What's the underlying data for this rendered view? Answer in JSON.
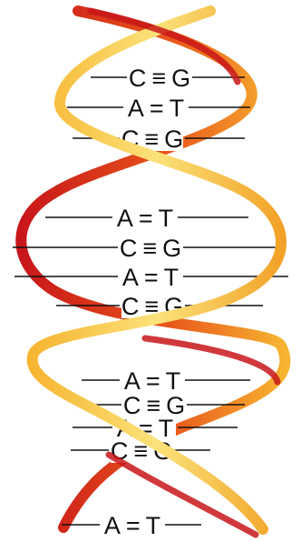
{
  "colors": {
    "strand_dark": "#c8161a",
    "strand_mid": "#e8541a",
    "strand_light": "#f7b531",
    "strand_pale": "#fbe27a",
    "rung": "#111111"
  },
  "base_pairs": [
    {
      "left": "C",
      "bond": "≡",
      "right": "G"
    },
    {
      "left": "A",
      "bond": "=",
      "right": "T"
    },
    {
      "left": "C",
      "bond": "≡",
      "right": "G"
    },
    {
      "left": "A",
      "bond": "=",
      "right": "T"
    },
    {
      "left": "C",
      "bond": "≡",
      "right": "G"
    },
    {
      "left": "A",
      "bond": "=",
      "right": "T"
    },
    {
      "left": "C",
      "bond": "≡",
      "right": "G"
    },
    {
      "left": "A",
      "bond": "=",
      "right": "T"
    },
    {
      "left": "C",
      "bond": "≡",
      "right": "G"
    },
    {
      "left": "A",
      "bond": "=",
      "right": "T"
    },
    {
      "left": "C",
      "bond": "≡",
      "right": "G"
    },
    {
      "left": "A",
      "bond": "=",
      "right": "T"
    }
  ]
}
